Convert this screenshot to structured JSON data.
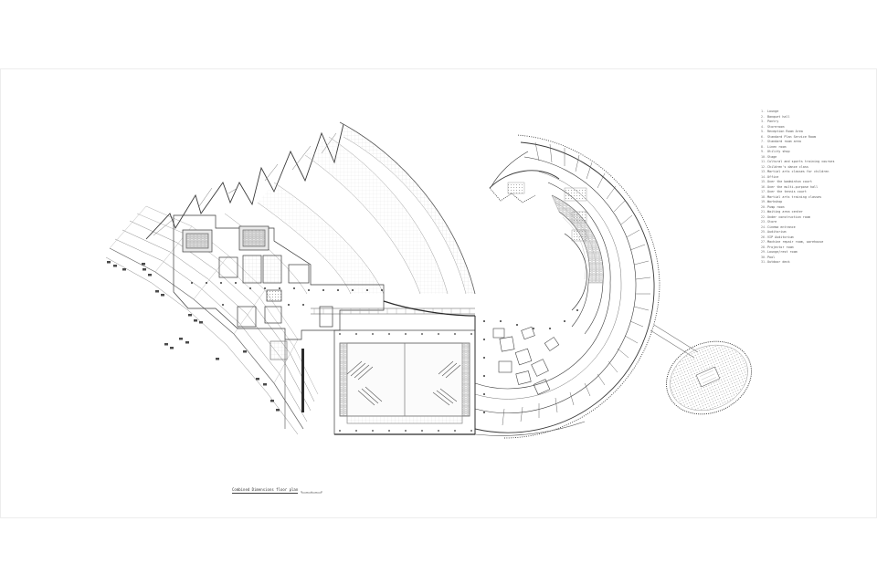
{
  "drawing": {
    "title": "Combined Dimensions floor plan",
    "legend": [
      "Lounge",
      "Banquet hall",
      "Pantry",
      "Storeroom",
      "Reception Room Area",
      "Standard Plan Service Room",
      "Standard room area",
      "Linen room",
      "Utility shop",
      "Stage",
      "Cultural and sports training courses",
      "Children's dance class",
      "Martial arts classes for children",
      "Office",
      "Over the badminton court",
      "Over the multi-purpose hall",
      "Over the tennis court",
      "Martial arts training classes",
      "Workshop",
      "Pump room",
      "Waiting area center",
      "Under construction room",
      "Store",
      "Cinema entrance",
      "Auditorium",
      "VIP Auditorium",
      "Machine repair room, warehouse",
      "Projector room",
      "Lounge/rest room",
      "Pool",
      "Outdoor deck"
    ]
  },
  "colors": {
    "line": "#3a3a3a",
    "light_line": "#b8b8b8",
    "fill_grey": "#e6e6e6",
    "dark_fill": "#2b2b2b"
  },
  "icons": {
    "scale_bar": "scale-bar-icon",
    "north": "none"
  }
}
